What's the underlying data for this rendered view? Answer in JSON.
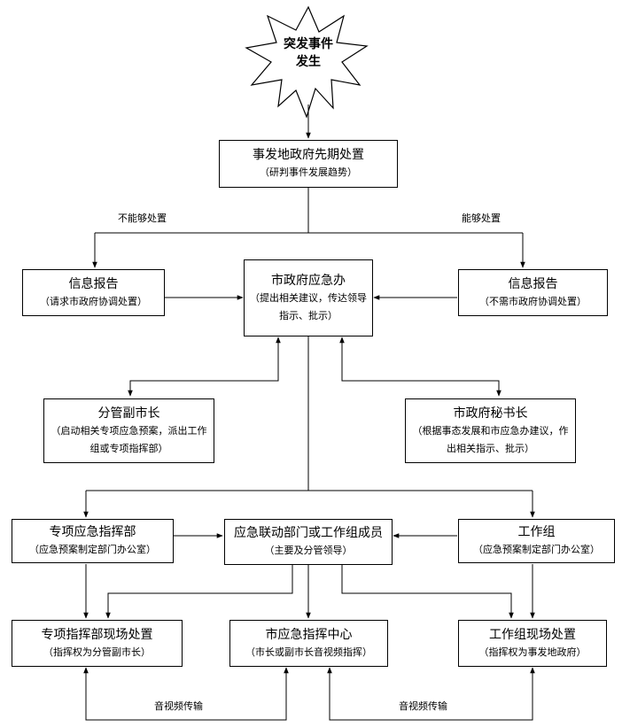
{
  "start": {
    "line1": "突发事件",
    "line2": "发生"
  },
  "first_response": {
    "title": "事发地政府先期处置",
    "subtitle": "（研判事件发展趋势）"
  },
  "branch_labels": {
    "cannot_handle": "不能够处置",
    "can_handle": "能够处置"
  },
  "info_report_left": {
    "title": "信息报告",
    "subtitle": "（请求市政府协调处置）"
  },
  "emergency_office": {
    "title": "市政府应急办",
    "subtitle": "（提出相关建议，传达领导指示、批示）"
  },
  "info_report_right": {
    "title": "信息报告",
    "subtitle": "（不需市政府协调处置）"
  },
  "deputy_mayor": {
    "title": "分管副市长",
    "subtitle": "（启动相关专项应急预案，派出工作组或专项指挥部）"
  },
  "secretary_general": {
    "title": "市政府秘书长",
    "subtitle": "（根据事态发展和市应急办建议，作出相关指示、批示）"
  },
  "special_command": {
    "title": "专项应急指挥部",
    "subtitle": "（应急预案制定部门办公室）"
  },
  "linkage_departments": {
    "title": "应急联动部门或工作组成员",
    "subtitle": "（主要及分管领导）"
  },
  "work_group": {
    "title": "工作组",
    "subtitle": "（应急预案制定部门办公室）"
  },
  "special_onsite": {
    "title": "专项指挥部现场处置",
    "subtitle": "（指挥权为分管副市长）"
  },
  "command_center": {
    "title": "市应急指挥中心",
    "subtitle": "（市长或副市长音视频指挥）"
  },
  "workgroup_onsite": {
    "title": "工作组现场处置",
    "subtitle": "（指挥权为事发地政府）"
  },
  "av_labels": {
    "left": "音视频传输",
    "right": "音视频传输"
  }
}
